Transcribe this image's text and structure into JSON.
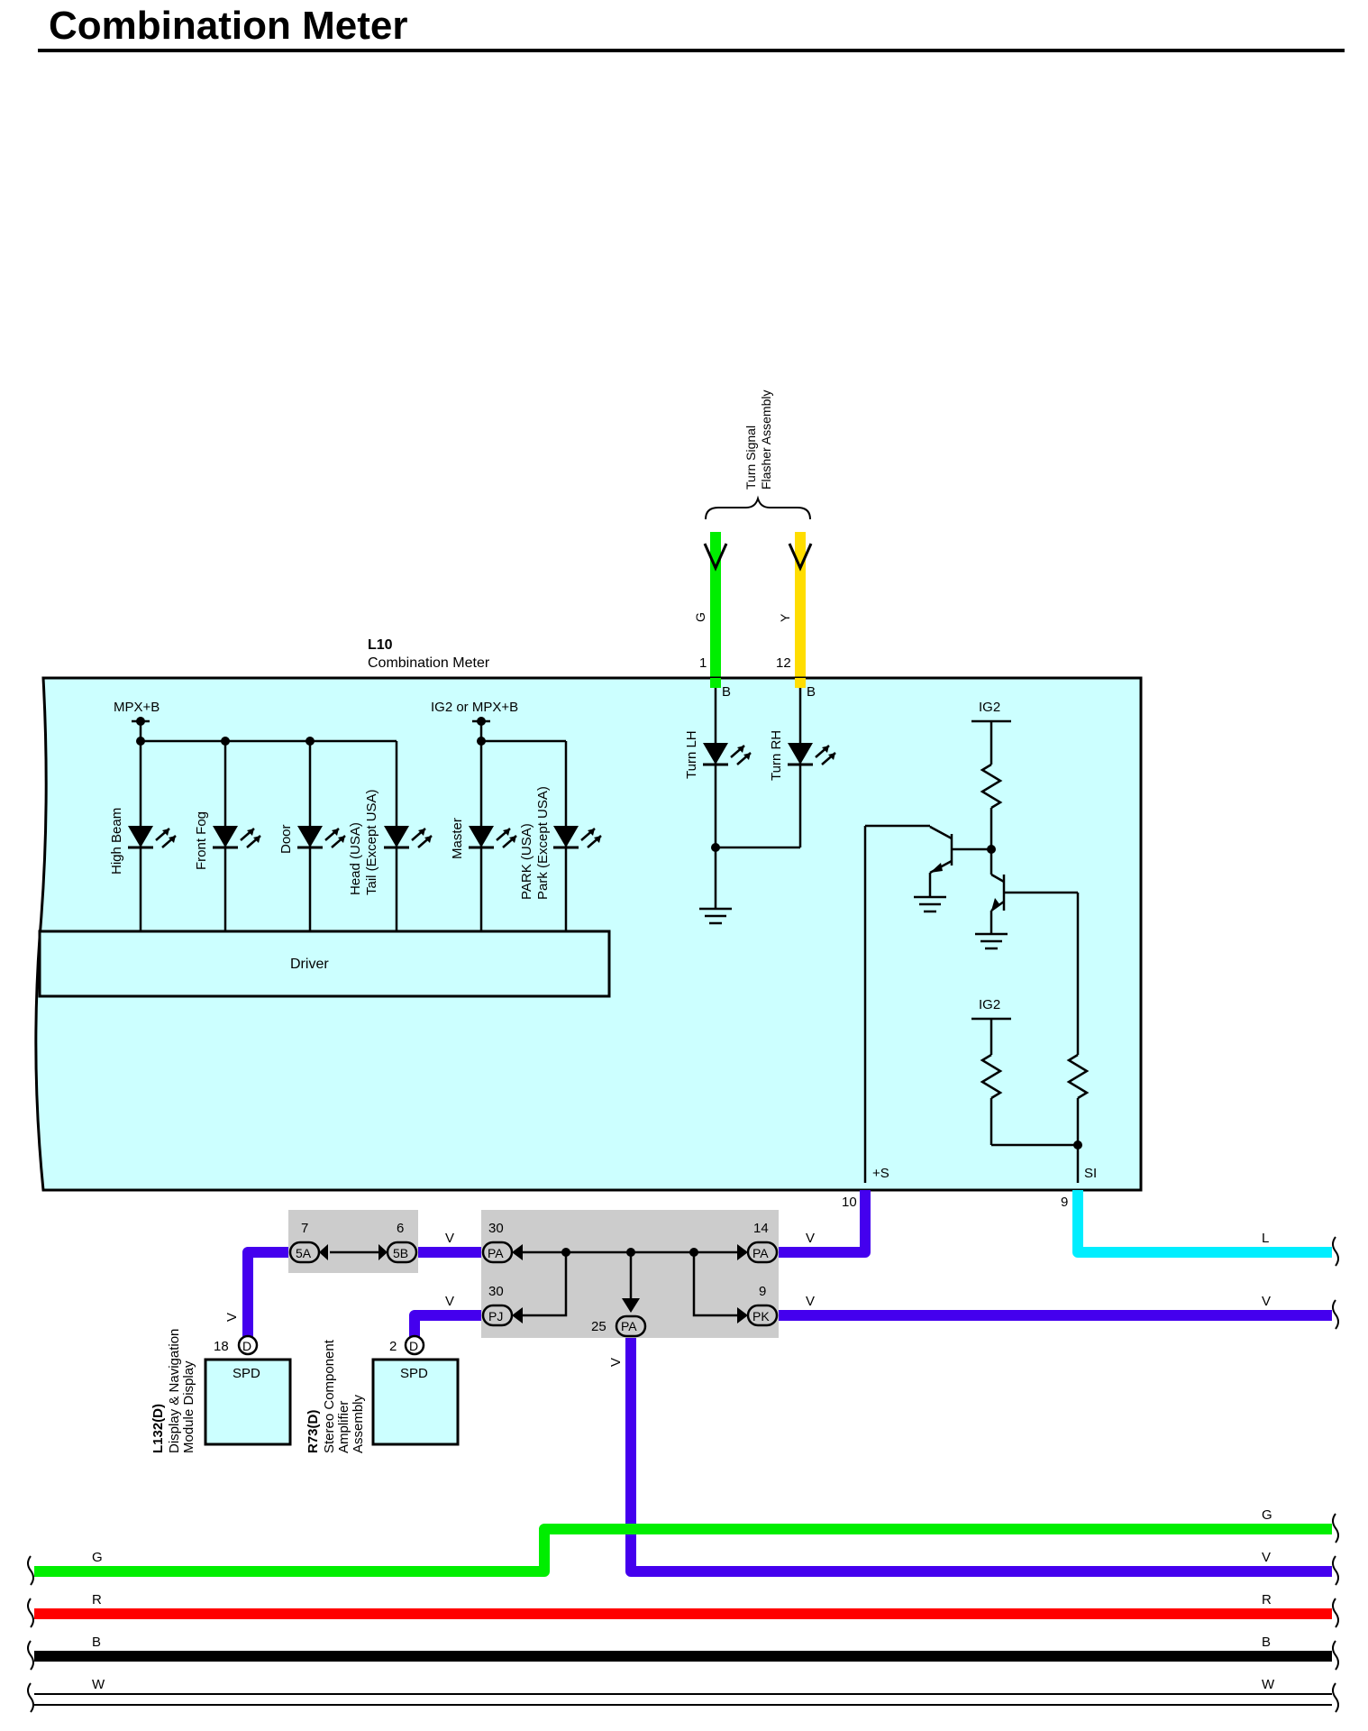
{
  "title": "Combination Meter",
  "colors": {
    "meter_fill": "#ccffff",
    "connector_fill": "#cccccc",
    "wire_green": "#00ee00",
    "wire_yellow": "#ffdd00",
    "wire_violet": "#4400ee",
    "wire_lightblue": "#00eeff",
    "wire_red": "#ff0000",
    "wire_black": "#000000",
    "wire_white": "#ffffff"
  },
  "flasher": {
    "label_1": "Turn Signal",
    "label_2": "Flasher Assembly"
  },
  "meter": {
    "code": "L10",
    "name": "Combination Meter"
  },
  "wires": {
    "green_top": {
      "color_code": "G",
      "pin": "1",
      "terminal": "B"
    },
    "yellow_top": {
      "color_code": "Y",
      "pin": "12",
      "terminal": "B"
    },
    "plus_s": {
      "terminal": "+S",
      "pin": "10"
    },
    "si": {
      "terminal": "SI",
      "pin": "9"
    }
  },
  "power": {
    "left": "MPX+B",
    "middle": "IG2 or MPX+B",
    "ig2_upper": "IG2",
    "ig2_lower": "IG2"
  },
  "lamps": {
    "high_beam": "High Beam",
    "front_fog": "Front Fog",
    "door": "Door",
    "head_1": "Head (USA)",
    "head_2": "Tail (Except USA)",
    "master": "Master",
    "park_1": "PARK (USA)",
    "park_2": "Park (Except USA)",
    "turn_lh": "Turn LH",
    "turn_rh": "Turn RH"
  },
  "driver": "Driver",
  "connectors": {
    "c5a": {
      "label": "5A",
      "pin": "7"
    },
    "c5b": {
      "label": "5B",
      "pin": "6"
    },
    "pa_in": {
      "label": "PA",
      "pin": "30"
    },
    "pj": {
      "label": "PJ",
      "pin": "30"
    },
    "pa_out": {
      "label": "PA",
      "pin": "14"
    },
    "pk": {
      "label": "PK",
      "pin": "9"
    },
    "pa_down": {
      "label": "PA",
      "pin": "25"
    }
  },
  "wire_labels": {
    "v": "V",
    "l": "L",
    "g": "G",
    "r": "R",
    "b": "B",
    "w": "W"
  },
  "components": {
    "l132": {
      "code": "L132(D)",
      "line1": "Display & Navigation",
      "line2": "Module Display",
      "pin": "18",
      "conn": "D",
      "box": "SPD"
    },
    "r73": {
      "code": "R73(D)",
      "line1": "Stereo Component",
      "line2": "Amplifier",
      "line3": "Assembly",
      "pin": "2",
      "conn": "D",
      "box": "SPD"
    }
  }
}
